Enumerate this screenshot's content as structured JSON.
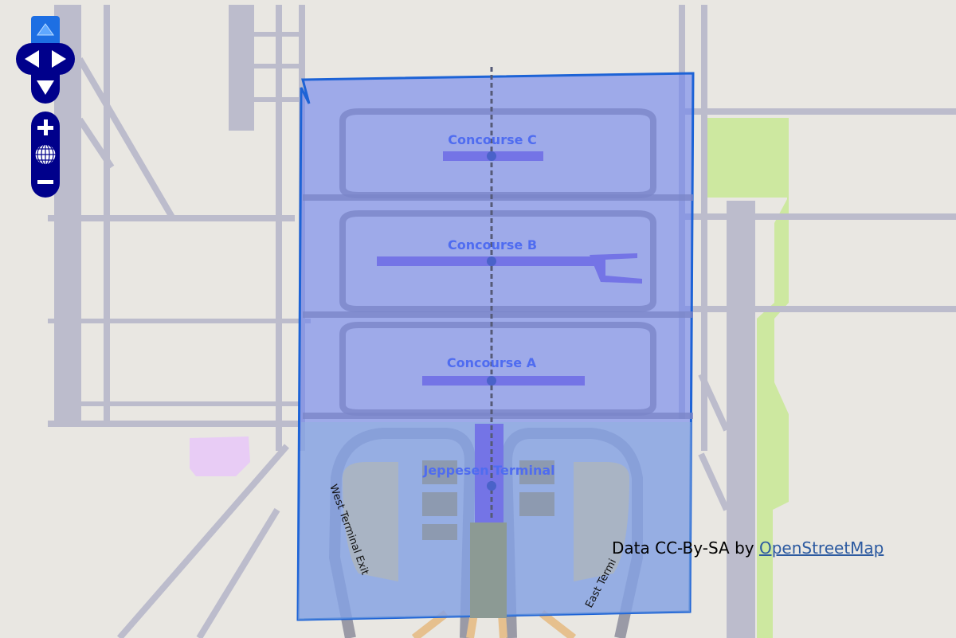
{
  "map": {
    "labels": {
      "concourse_c": "Concourse C",
      "concourse_b": "Concourse B",
      "concourse_a": "Concourse A",
      "terminal": "Jeppesen Terminal",
      "west_exit": "West Terminal Exit",
      "east_exit": "East Termi"
    },
    "colors": {
      "land": "#e9e7e2",
      "runway": "#bcbccc",
      "taxiway": "#bfbfd0",
      "overlay_fill": "#6f84ee",
      "overlay_stroke": "#1d63d6",
      "park": "#cde8a0",
      "reserve": "#e8ccf5",
      "label": "#4f6cf0"
    }
  },
  "controls": {
    "pan_up": "triangle-up-icon",
    "pan_left": "triangle-left-icon",
    "pan_right": "triangle-right-icon",
    "pan_down": "triangle-down-icon",
    "zoom_in": "plus-icon",
    "zoom_world": "globe-icon",
    "zoom_out": "minus-icon"
  },
  "attribution": {
    "prefix": "Data CC-By-SA by ",
    "link": "OpenStreetMap"
  }
}
